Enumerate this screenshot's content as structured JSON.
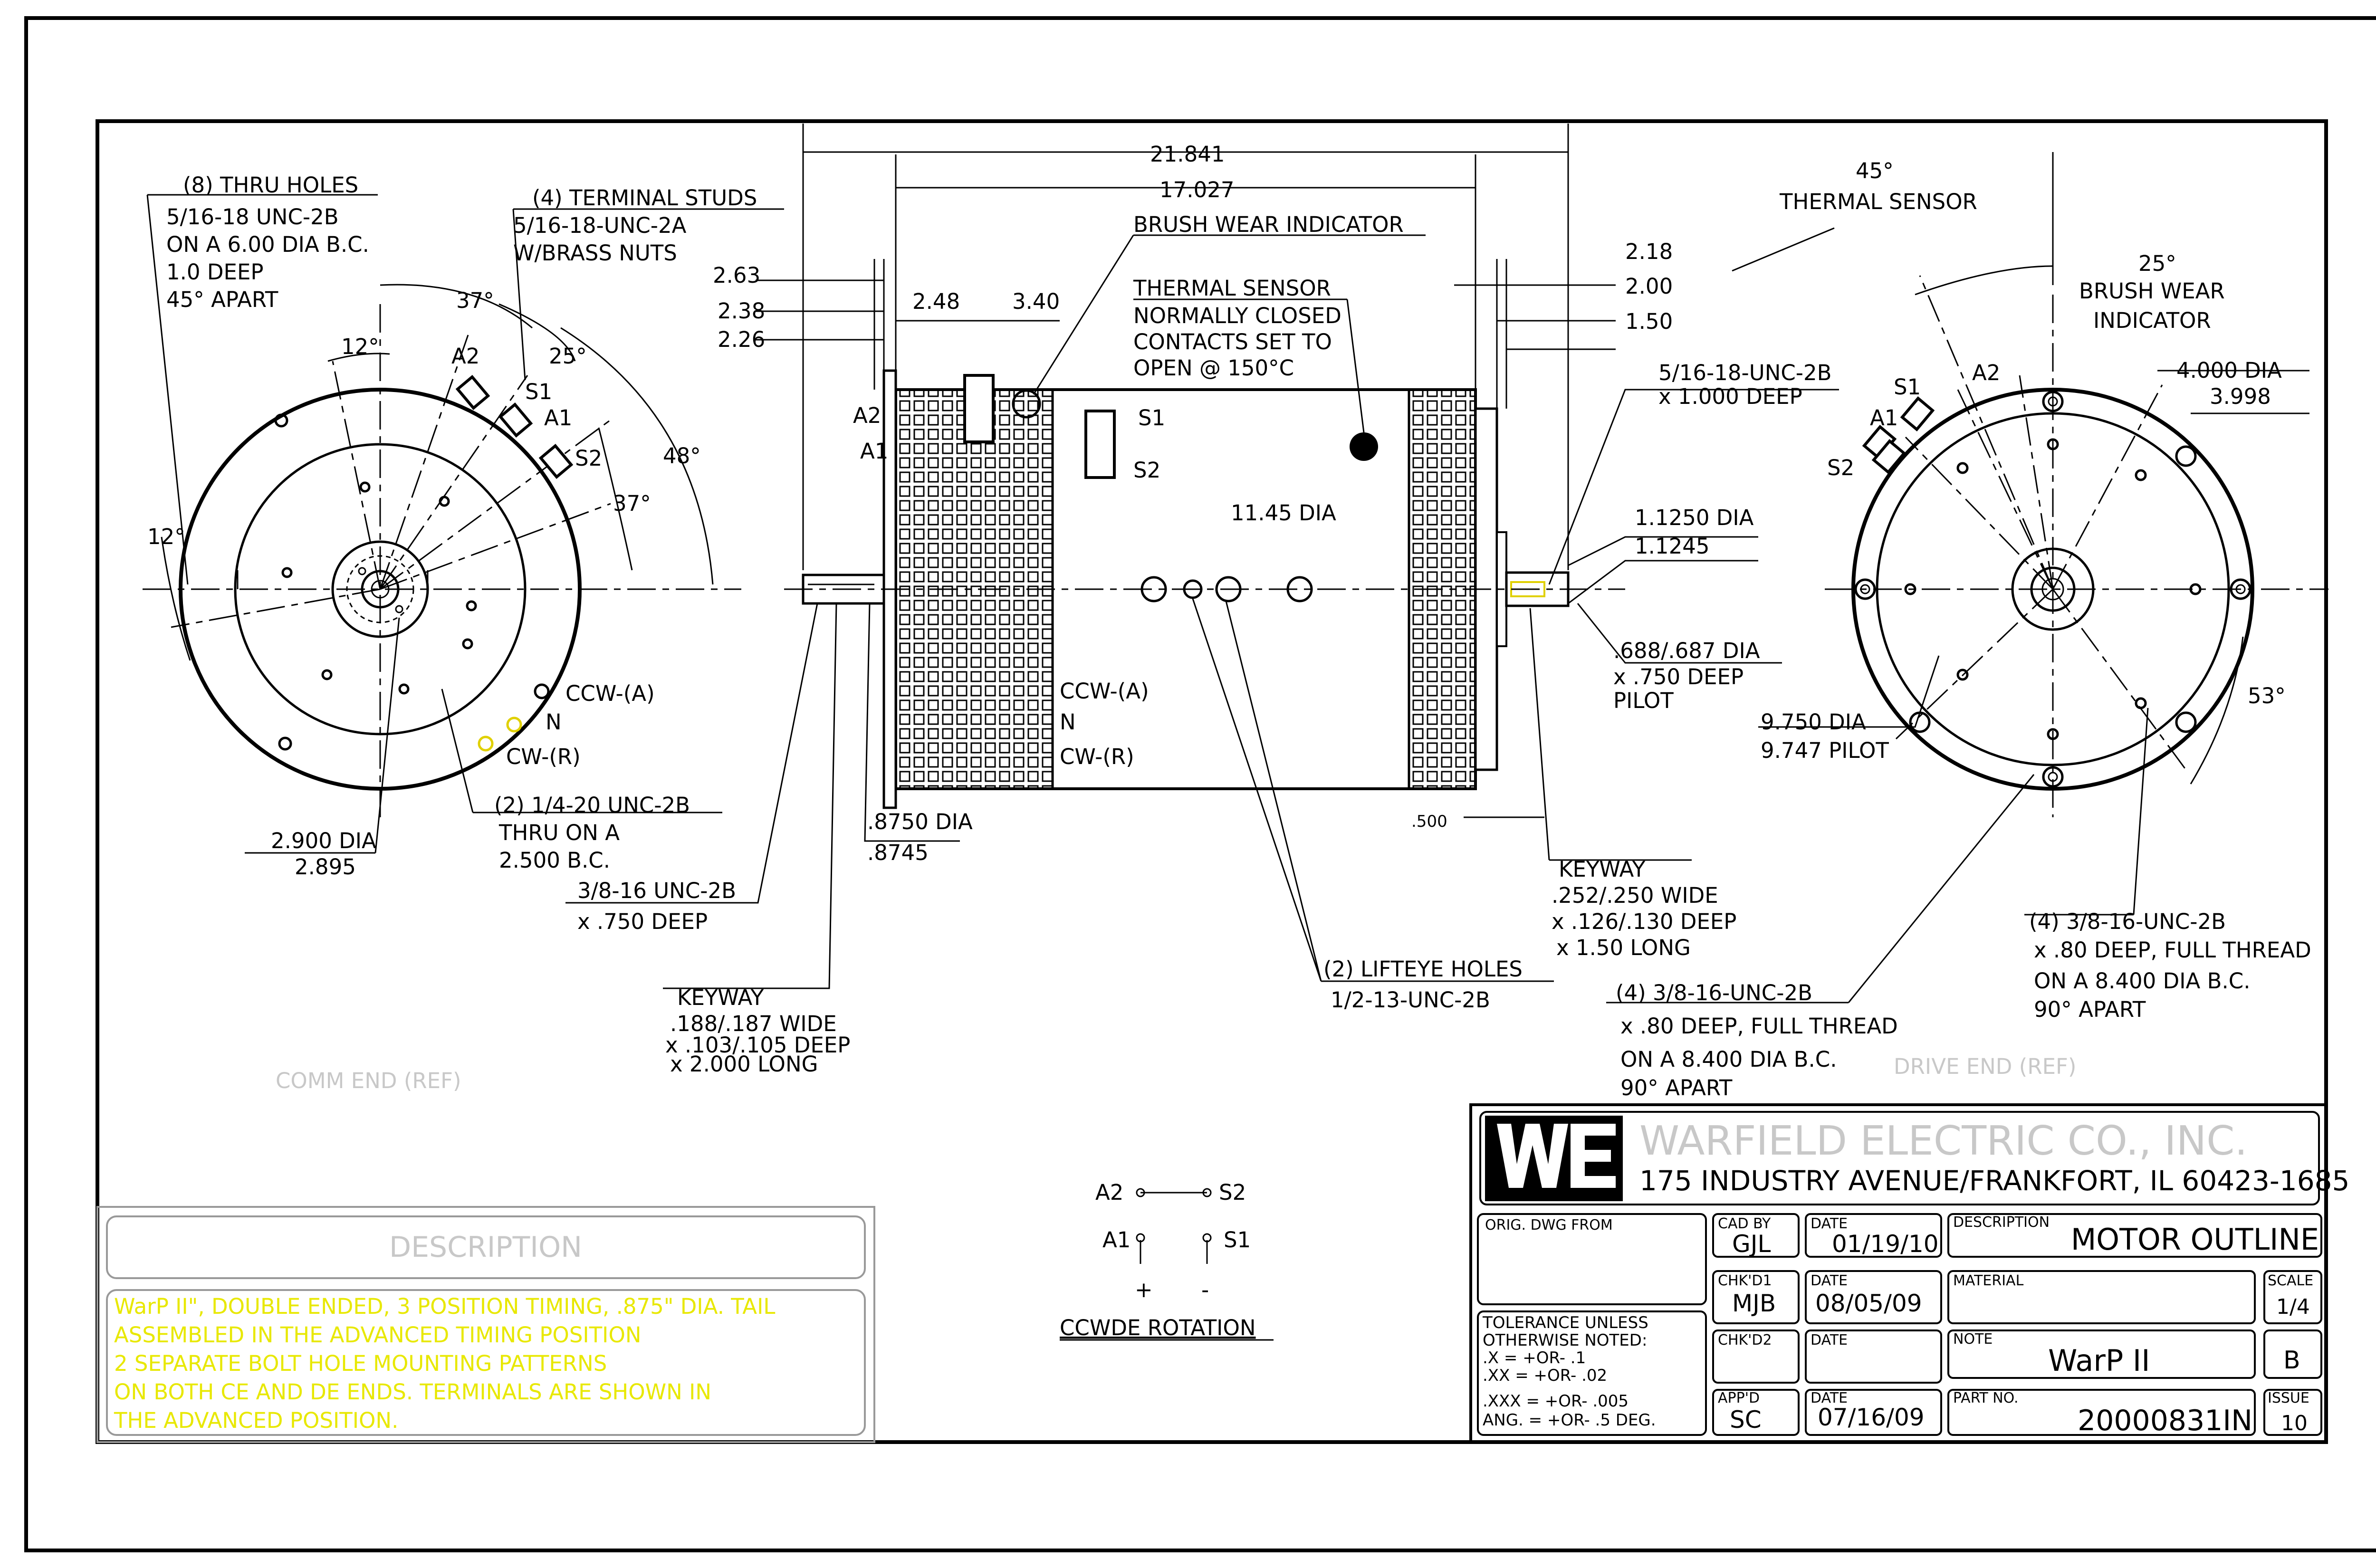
{
  "comm_end": {
    "title": "COMM END (REF)",
    "thru_holes": [
      "(8) THRU HOLES",
      "5/16-18 UNC-2B",
      "ON A 6.00 DIA B.C.",
      "1.0 DEEP",
      "45° APART"
    ],
    "terminal_studs": [
      "(4) TERMINAL STUDS",
      "5/16-18-UNC-2A",
      "W/BRASS NUTS"
    ],
    "angles": [
      "37°",
      "12°",
      "25°",
      "48°",
      "37°",
      "12°"
    ],
    "terminals": [
      "A2",
      "S1",
      "A1",
      "S2"
    ],
    "rotation_markers": [
      "CCW-(A)",
      "N",
      "CW-(R)"
    ],
    "tapped_holes": [
      "(2) 1/4-20 UNC-2B",
      "THRU ON A",
      "2.500 B.C."
    ],
    "pilot_dia": [
      "2.900 DIA",
      "2.895"
    ]
  },
  "side_view": {
    "dims": {
      "overall": "21.841",
      "body": "17.027",
      "left": [
        "2.63",
        "2.38",
        "2.26"
      ],
      "terminals": [
        "2.48",
        "3.40"
      ],
      "right": [
        "2.18",
        "2.00",
        "1.50"
      ],
      "dia": "11.45 DIA",
      "small_dim": ".500"
    },
    "brush_wear": "BRUSH WEAR INDICATOR",
    "thermal": [
      "THERMAL SENSOR",
      "NORMALLY CLOSED",
      "CONTACTS SET TO",
      "OPEN @ 150°C"
    ],
    "terminals_left": [
      "A2",
      "A1"
    ],
    "terminals_right": [
      "S1",
      "S2"
    ],
    "rotation_markers": [
      "CCW-(A)",
      "N",
      "CW-(R)"
    ],
    "drive_tap": [
      "5/16-18-UNC-2B",
      "x 1.000 DEEP"
    ],
    "shaft_dia": [
      "1.1250 DIA",
      "1.1245"
    ],
    "pilot": [
      ".688/.687 DIA",
      "x .750 DEEP",
      "PILOT"
    ],
    "tail_shaft": [
      ".8750 DIA",
      ".8745"
    ],
    "tail_tap": [
      "3/8-16 UNC-2B",
      "x .750 DEEP"
    ],
    "keyway_comm": [
      "KEYWAY",
      ".188/.187 WIDE",
      "x .103/.105 DEEP",
      "x 2.000 LONG"
    ],
    "lifteye": [
      "(2) LIFTEYE HOLES",
      "1/2-13-UNC-2B"
    ],
    "keyway_drive": [
      "KEYWAY",
      ".252/.250 WIDE",
      "x .126/.130 DEEP",
      "x 1.50 LONG"
    ]
  },
  "drive_end": {
    "title": "DRIVE END (REF)",
    "thermal": [
      "45°",
      "THERMAL SENSOR"
    ],
    "brush_wear": [
      "25°",
      "BRUSH WEAR",
      "INDICATOR"
    ],
    "terminals": [
      "S1",
      "A2",
      "A1",
      "S2"
    ],
    "bore_dia": [
      "4.000 DIA",
      "3.998"
    ],
    "pilot_dia": [
      "9.750 DIA",
      "9.747 PILOT"
    ],
    "angle": "53°",
    "holes_a": [
      "(4) 3/8-16-UNC-2B",
      "x .80 DEEP, FULL THREAD",
      "ON A 8.400 DIA B.C.",
      "90° APART"
    ],
    "holes_b": [
      "(4) 3/8-16-UNC-2B",
      "x .80 DEEP, FULL THREAD",
      "ON A 8.400 DIA B.C.",
      "90° APART"
    ]
  },
  "schematic": {
    "labels": [
      "A2",
      "S2",
      "A1",
      "S1"
    ],
    "polarity": [
      "+",
      "-"
    ],
    "caption": "CCWDE ROTATION"
  },
  "description": {
    "header": "DESCRIPTION",
    "lines": [
      "WarP II\", DOUBLE ENDED, 3 POSITION TIMING, .875\" DIA. TAIL",
      "ASSEMBLED IN THE ADVANCED TIMING POSITION",
      "2 SEPARATE BOLT HOLE MOUNTING PATTERNS",
      "ON BOTH CE AND DE ENDS. TERMINALS  ARE SHOWN IN",
      "THE ADVANCED POSITION."
    ]
  },
  "title_block": {
    "logo": "WE",
    "company": "WARFIELD ELECTRIC CO., INC.",
    "address": "175 INDUSTRY AVENUE/FRANKFORT, IL 60423-1685",
    "orig_dwg_label": "ORIG. DWG FROM",
    "cad_by_label": "CAD BY",
    "cad_by": "GJL",
    "date1_label": "DATE",
    "date1": "01/19/10",
    "desc_label": "DESCRIPTION",
    "desc": "MOTOR OUTLINE",
    "chkd1_label": "CHK'D1",
    "chkd1": "MJB",
    "date2_label": "DATE",
    "date2": "08/05/09",
    "material_label": "MATERIAL",
    "scale_label": "SCALE",
    "scale": "1/4",
    "tolerance": [
      "TOLERANCE UNLESS",
      "OTHERWISE NOTED:",
      ".X     = +OR- .1",
      ".XX    = +OR- .02",
      ".XXX  = +OR- .005",
      "ANG. = +OR- .5 DEG."
    ],
    "chkd2_label": "CHK'D2",
    "date3_label": "DATE",
    "note_label": "NOTE",
    "note": "WarP II",
    "rev": "B",
    "appd_label": "APP'D",
    "appd": "SC",
    "date4_label": "DATE",
    "date4": "07/16/09",
    "part_label": "PART NO.",
    "part": "20000831IN",
    "issue_label": "ISSUE",
    "issue": "10"
  }
}
